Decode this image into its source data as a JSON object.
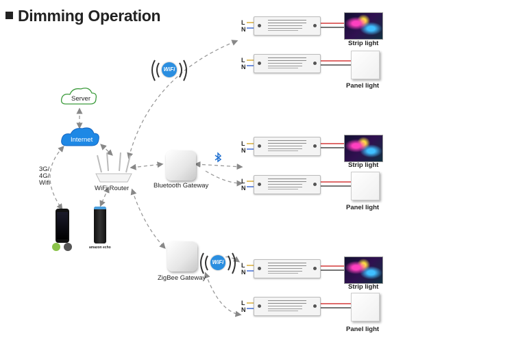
{
  "title": "Dimming Operation",
  "nodes": {
    "server": "Server",
    "internet": "Internet",
    "router": "WiFi Router",
    "bluetooth_gateway": "Bluetooth Gateway",
    "zigbee_gateway": "ZigBee Gateway",
    "mobile_link": [
      "3G/",
      "4G/",
      "Wifi"
    ],
    "echo_brand": "amazon echo"
  },
  "badges": {
    "wifi_top": "WiFi",
    "wifi_bottom": "WiFi"
  },
  "driver_terminals": {
    "l": "L",
    "n": "N"
  },
  "loads": {
    "strip": "Strip light",
    "panel": "Panel light"
  },
  "colors": {
    "accent_blue": "#2a8ee0",
    "wire_red": "#cc1111",
    "wire_black": "#222222",
    "cloud_fill": "#1e88e5"
  }
}
